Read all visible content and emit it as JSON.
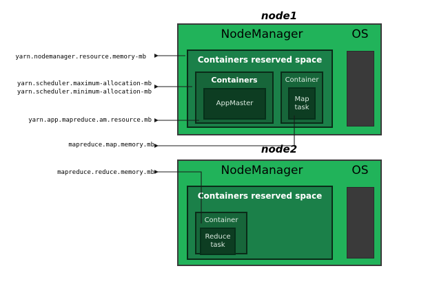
{
  "diagram": {
    "title_node1": "node1",
    "title_node2": "node2",
    "colors": {
      "node_green": "#21b35a",
      "reserved_green": "#1b8049",
      "container_green": "#17663a",
      "task_green": "#0d3d22",
      "os_dark": "#3a3a3a",
      "border_dark": "#0a2b18",
      "outer_border": "#3a3a3a",
      "text_white": "#ffffff",
      "text_black": "#000000"
    }
  },
  "node1": {
    "caption": "node1",
    "nodemanager_label": "NodeManager",
    "os_label": "OS",
    "reserved_label": "Containers reserved space",
    "containers_label": "Containers",
    "container_label": "Container",
    "appmaster_label": "AppMaster",
    "maptask_label": "Map\ntask"
  },
  "node2": {
    "caption": "node2",
    "nodemanager_label": "NodeManager",
    "os_label": "OS",
    "reserved_label": "Containers reserved space",
    "container_label": "Container",
    "reducetask_label": "Reduce\ntask"
  },
  "annotations": [
    {
      "id": "yarn-nodemanager-resource-memory-mb",
      "text": "yarn.nodemanager.resource.memory-mb",
      "target": "node1 containers reserved space"
    },
    {
      "id": "yarn-scheduler-maximum-allocation-mb",
      "text": "yarn.scheduler.maximum-allocation-mb",
      "target": "node1 containers box"
    },
    {
      "id": "yarn-scheduler-minimum-allocation-mb",
      "text": "yarn.scheduler.minimum-allocation-mb",
      "target": "node1 containers box"
    },
    {
      "id": "yarn-app-mapreduce-am-resource-mb",
      "text": "yarn.app.mapreduce.am.resource.mb",
      "target": "node1 appmaster box"
    },
    {
      "id": "mapreduce-map-memory-mb",
      "text": "mapreduce.map.memory.mb",
      "target": "node1 map task box"
    },
    {
      "id": "mapreduce-reduce-memory-mb",
      "text": "mapreduce.reduce.memory.mb",
      "target": "node2 reduce task box"
    }
  ]
}
